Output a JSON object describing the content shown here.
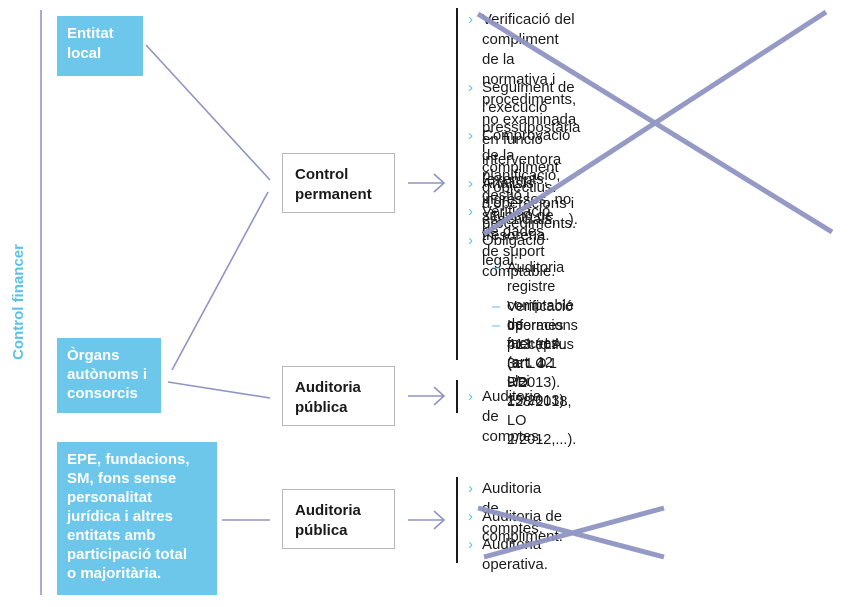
{
  "side_label": "Control financer",
  "boxes": {
    "entitat_local": "Entitat\nlocal",
    "organs": "Òrgans\nautònoms i\nconsorcis",
    "epe": "EPE, fundacions,\nSM, fons sense\npersonalitat\njurídica i altres\nentitats amb\nparticipació total\no majoritària.",
    "control_permanent": "Control\npermanent",
    "auditoria_1": "Auditoria\npública",
    "auditoria_2": "Auditoria\npública"
  },
  "control_permanent_items": [
    "Verificació del compliment de la normativa i\nprocediments, no examinada en funció interventora\n(exempts, ingressos, no essencials,...).",
    "Seguiment de l'execució pressupostària i\ncompliment d'objectius.",
    "Comprovació de la planificació, gestió i situació de\ntresoreria.",
    "Anàlisis d'operacions i procediments.",
    "Verificació de dades de suport comptable.",
    "Obligació legal:"
  ],
  "obligacio_subitems": [
    "Auditoria registre comptable de factures (art. 12\nLlei 25/2013).",
    "Verificació operacions 413 (d.A. 3a LO 9/2013).",
    "Informes preceptius (art. 4.1 RD 128/2018, LO\n2/2012,...)."
  ],
  "auditoria_1_items": [
    "Auditoria de comptes."
  ],
  "auditoria_2_items": [
    "Auditoria de comptes.",
    "Auditoria de compliment.",
    "Auditoria operativa."
  ],
  "glyphs": {
    "chevron": "›",
    "dash": "–"
  },
  "colors": {
    "accent_blue": "#6cc7ea",
    "line_purple": "#8f95c2",
    "cross": "#8f95c2"
  }
}
